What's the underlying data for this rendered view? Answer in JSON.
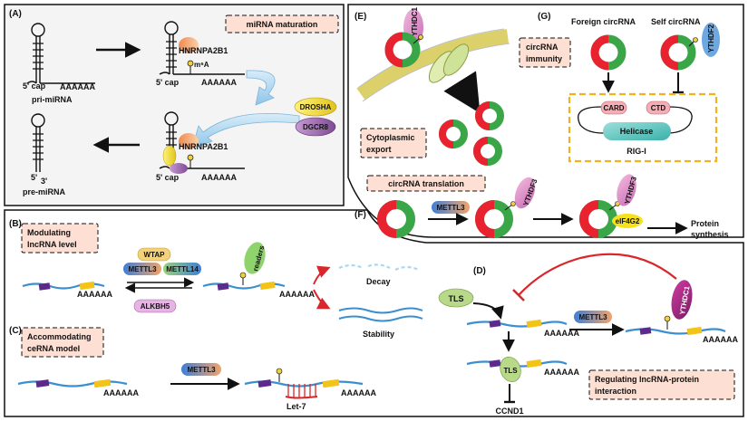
{
  "panels": {
    "A": "(A)",
    "B": "(B)",
    "C": "(C)",
    "D": "(D)",
    "E": "(E)",
    "F": "(F)",
    "G": "(G)"
  },
  "panel_a": {
    "title": "miRNA maturation",
    "hnrnp": "HNRNPA2B1",
    "m6a": "m⁶A",
    "cap": "5' cap",
    "polya": "AAAAAA",
    "pri": "pri-miRNA",
    "pre": "pre-miRNA",
    "drosha": "DROSHA",
    "dgcr8": "DGCR8",
    "five": "5'",
    "three": "3'"
  },
  "panel_b": {
    "title_line1": "Modulating",
    "title_line2": "lncRNA level",
    "wtap": "WTAP",
    "mettl3": "METTL3",
    "mettl14": "METTL14",
    "alkbh5": "ALKBH5",
    "readers": "readers",
    "polya": "AAAAAA",
    "decay": "Decay",
    "stability": "Stability"
  },
  "panel_c": {
    "title_line1": "Accommodating",
    "title_line2": "ceRNA model",
    "mettl3": "METTL3",
    "polya": "AAAAAA",
    "let7": "Let-7"
  },
  "panel_d": {
    "tls": "TLS",
    "mettl3": "METTL3",
    "ythdc1": "YTHDC1",
    "polya": "AAAAAA",
    "ccnd1": "CCND1",
    "title_line1": "Regulating lncRNA-protein",
    "title_line2": "interaction"
  },
  "panel_e": {
    "ythdc1": "YTHDC1",
    "title_line1": "Cytoplasmic",
    "title_line2": "export"
  },
  "panel_f": {
    "title": "circRNA translation",
    "mettl3": "METTL3",
    "ythdf3": "YTHDF3",
    "eif4g2": "eIF4G2",
    "protein_line1": "Protein",
    "protein_line2": "synthesis"
  },
  "panel_g": {
    "foreign": "Foreign circRNA",
    "self": "Self circRNA",
    "ythdf2": "YTHDF2",
    "title_line1": "circRNA",
    "title_line2": "immunity",
    "card": "CARD",
    "ctd": "CTD",
    "helicase": "Helicase",
    "rigi": "RIG-I"
  },
  "colors": {
    "rna_blue": "#3b8fd1",
    "purple_exon": "#5b2a8a",
    "yellow_exon": "#f2c318",
    "circ_red": "#e8232f",
    "circ_green": "#3aa648",
    "m6a_yellow": "#f0cf3c",
    "arrow_red": "#d9262b"
  }
}
